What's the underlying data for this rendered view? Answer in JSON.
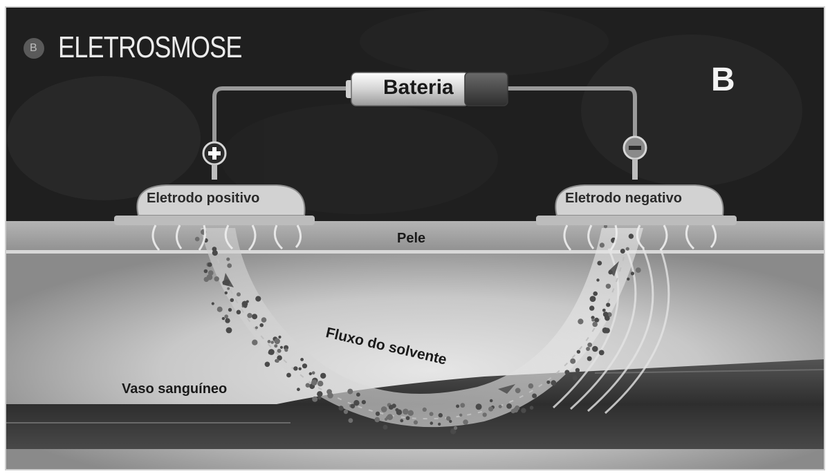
{
  "header": {
    "badge": "B",
    "title": "ELETROSMOSE",
    "panel_letter": "B"
  },
  "battery": {
    "label": "Bateria"
  },
  "electrodes": {
    "positive": {
      "label": "Eletrodo positivo",
      "sign": "+"
    },
    "negative": {
      "label": "Eletrodo negativo",
      "sign": "−"
    }
  },
  "layers": {
    "skin": "Pele",
    "vessel": "Vaso sanguíneo"
  },
  "flow": {
    "label": "Fluxo do solvente"
  },
  "colors": {
    "background_dark": "#1f1f1f",
    "skin": "#9d9d9d",
    "tissue": "#bdbdbd",
    "vessel": "#3b3b3b",
    "particles": "#4a4a4a"
  }
}
